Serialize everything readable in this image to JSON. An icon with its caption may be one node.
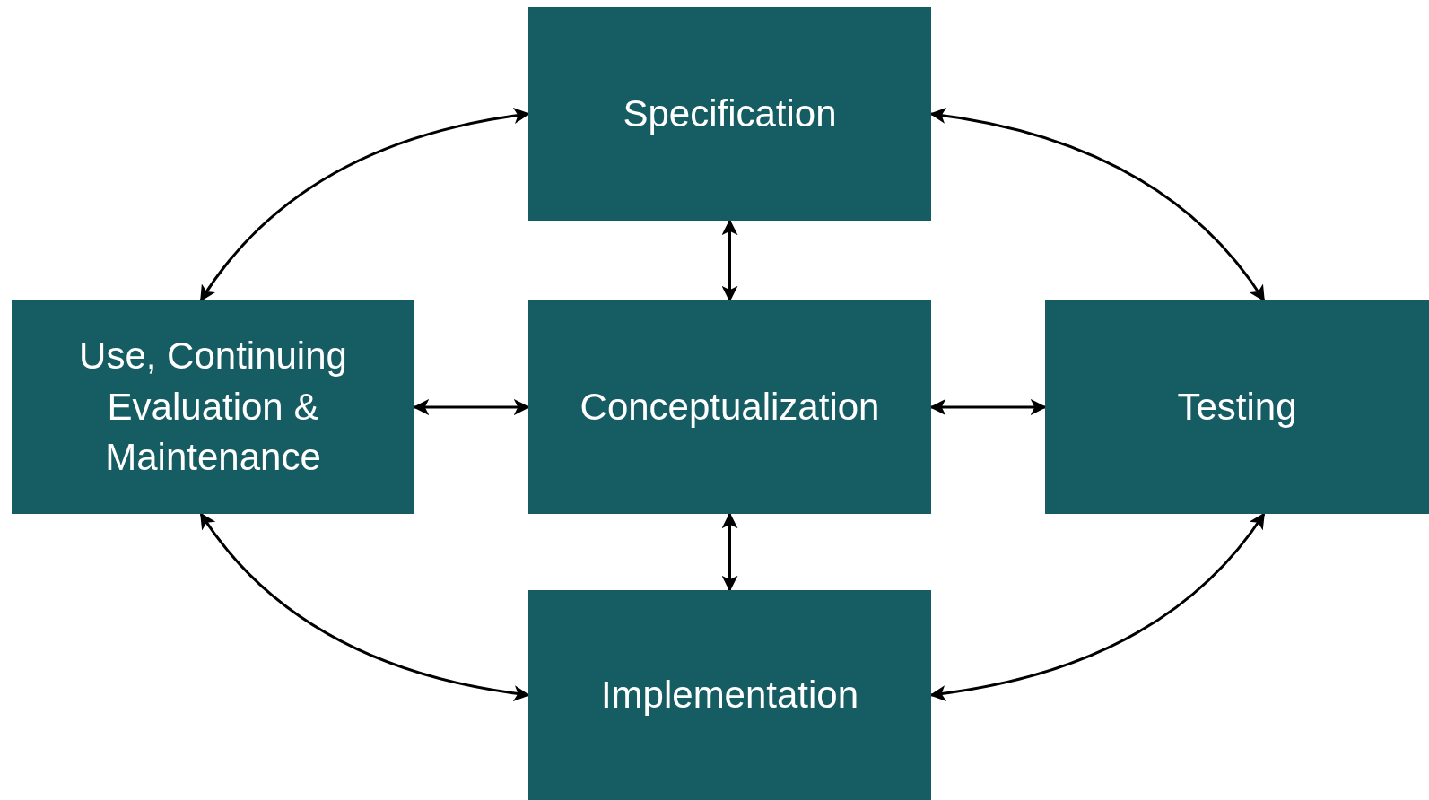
{
  "diagram": {
    "nodes": [
      {
        "text": [
          "Specification"
        ]
      },
      {
        "text": [
          "Use, Continuing Evaluation & Maintenance"
        ]
      },
      {
        "text": [
          "Conceptualization"
        ]
      },
      {
        "text": [
          "Testing"
        ]
      },
      {
        "text": [
          "Implementation"
        ]
      }
    ],
    "edges": [
      {
        "from": 0,
        "to": 1,
        "arrow": "both"
      },
      {
        "from": 0,
        "to": 3,
        "arrow": "both"
      },
      {
        "from": 0,
        "to": 2,
        "arrow": "both"
      },
      {
        "from": 1,
        "to": 2,
        "arrow": "both"
      },
      {
        "from": 2,
        "to": 3,
        "arrow": "both"
      },
      {
        "from": 2,
        "to": 4,
        "arrow": "both"
      },
      {
        "from": 1,
        "to": 4,
        "arrow": "both"
      },
      {
        "from": 3,
        "to": 4,
        "arrow": "both"
      }
    ]
  }
}
